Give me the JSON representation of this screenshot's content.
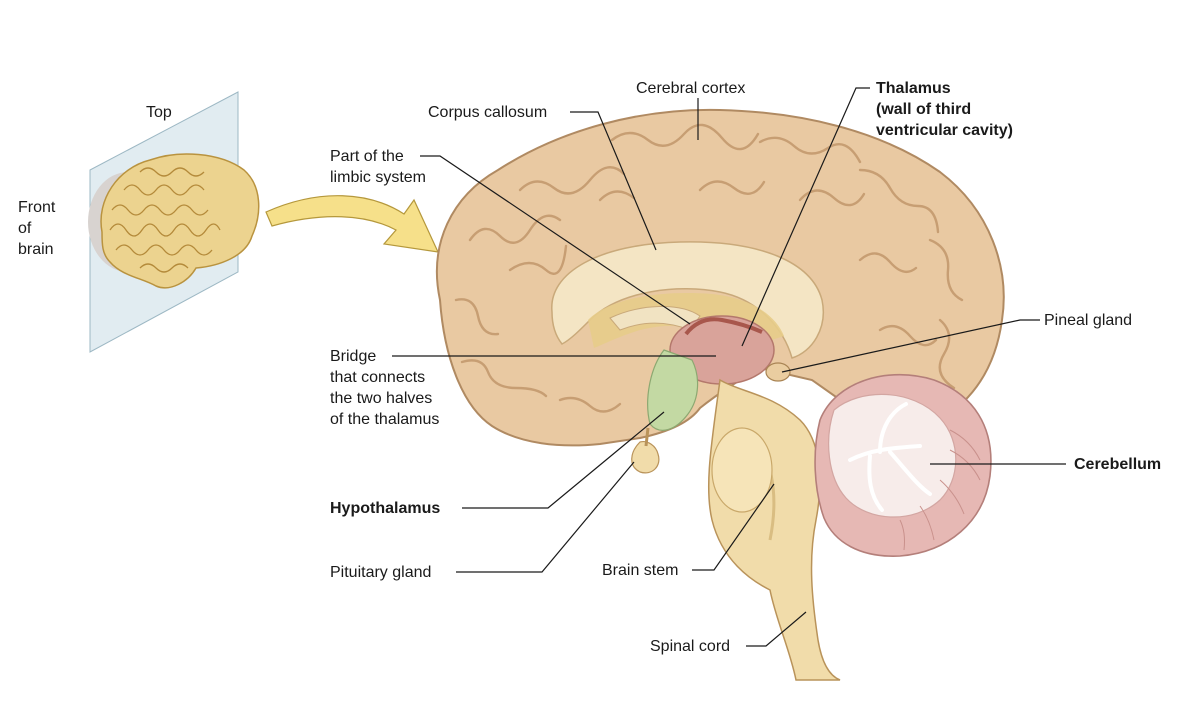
{
  "inset": {
    "top_label": "Top",
    "front_label": "Front\nof\nbrain"
  },
  "labels": {
    "cerebral_cortex": "Cerebral cortex",
    "corpus_callosum": "Corpus callosum",
    "limbic_system": "Part of the\nlimbic system",
    "thalamus": "Thalamus\n(wall of third\nventricular cavity)",
    "pineal_gland": "Pineal gland",
    "bridge": "Bridge\nthat connects\nthe two halves\nof the thalamus",
    "cerebellum": "Cerebellum",
    "hypothalamus": "Hypothalamus",
    "pituitary_gland": "Pituitary gland",
    "brain_stem": "Brain stem",
    "spinal_cord": "Spinal cord"
  },
  "colors": {
    "cortex": "#e9c9a2",
    "cortex_shadow": "#c79e73",
    "corpus_callosum": "#f4e5c4",
    "thalamus": "#d9a39a",
    "hypothalamus": "#c3d9a3",
    "cerebellum": "#e6b8b4",
    "brain_stem": "#f1dcaa",
    "inset_brain": "#ecd38f",
    "arrow": "#f6e08a",
    "plane": "#c9dde6"
  }
}
